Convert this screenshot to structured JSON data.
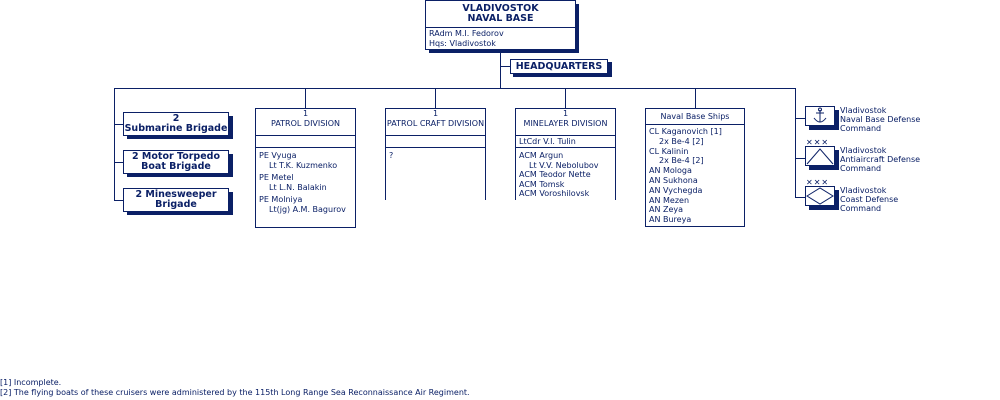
{
  "top": {
    "title1": "VLADIVOSTOK",
    "title2": "NAVAL BASE",
    "line1": "RAdm  M.I. Fedorov",
    "line2": "Hqs:  Vladivostok"
  },
  "hq": {
    "label": "HEADQUARTERS"
  },
  "brigades": [
    {
      "l1": "2",
      "l2": "Submarine Brigade"
    },
    {
      "l1": "2 Motor Torpedo",
      "l2": "Boat Brigade"
    },
    {
      "l1": "2 Minesweeper",
      "l2": "Brigade"
    }
  ],
  "patrol": {
    "num": "1",
    "title": "PATROL DIVISION",
    "rows": [
      "PE  Vyuga",
      "Lt  T.K. Kuzmenko",
      "PE  Metel",
      "Lt  L.N. Balakin",
      "PE  Molniya",
      "Lt(jg)  A.M. Bagurov"
    ]
  },
  "patrolcraft": {
    "num": "1",
    "title": "PATROL CRAFT DIVISION",
    "rows": [
      "?"
    ]
  },
  "minelayer": {
    "num": "1",
    "title": "MINELAYER DIVISION",
    "cmd": "LtCdr  V.I. Tulin",
    "rows": [
      "ACM Argun",
      "Lt  V.V. Nebolubov",
      "ACM Teodor Nette",
      "ACM Tomsk",
      "ACM Voroshilovsk"
    ]
  },
  "ships": {
    "title": "Naval Base Ships",
    "rows": [
      "CL Kaganovich  [1]",
      "2x  Be-4  [2]",
      "CL Kalinin",
      "2x  Be-4  [2]",
      "AN  Mologa",
      "AN  Sukhona",
      "AN  Vychegda",
      "AN  Mezen",
      "AN  Zeya",
      "AN  Bureya"
    ]
  },
  "commands": [
    {
      "l1": "Vladivostok",
      "l2": "Naval Base Defense",
      "l3": "Command",
      "icon": "anchor-icon"
    },
    {
      "l1": "Vladivostok",
      "l2": "Antiaircraft Defense",
      "l3": "Command",
      "icon": "antiaircraft-icon"
    },
    {
      "l1": "Vladivostok",
      "l2": "Coast Defense",
      "l3": "Command",
      "icon": "coast-defense-icon"
    }
  ],
  "notes": [
    "[1] Incomplete.",
    "[2] The flying boats of these cruisers were administered by the 115th Long Range Sea Reconnaissance Air Regiment."
  ]
}
